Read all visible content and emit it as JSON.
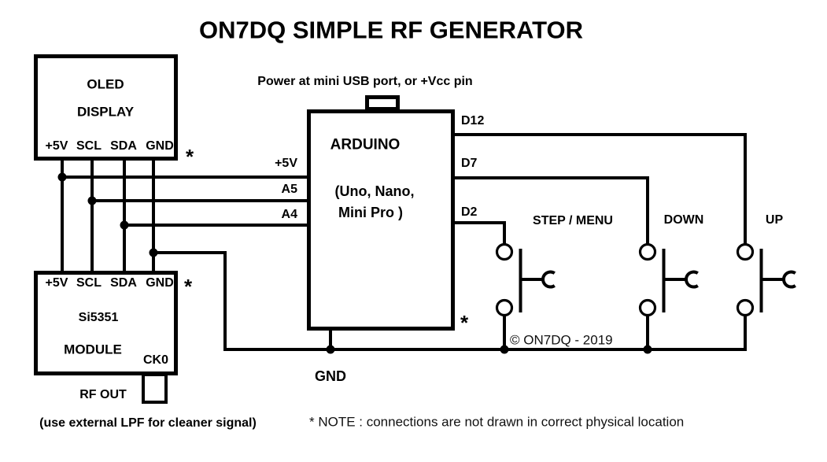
{
  "title": "ON7DQ SIMPLE RF GENERATOR",
  "colors": {
    "ink": "#000000",
    "background": "#ffffff"
  },
  "oled": {
    "name_line1": "OLED",
    "name_line2": "DISPLAY",
    "pins": [
      "+5V",
      "SCL",
      "SDA",
      "GND"
    ],
    "asterisk": "*"
  },
  "si5351": {
    "pins": [
      "+5V",
      "SCL",
      "SDA",
      "GND"
    ],
    "name_line1": "Si5351",
    "name_line2": "MODULE",
    "pin_ck0": "CK0",
    "asterisk": "*",
    "rf_out_label": "RF OUT",
    "lpf_note": "(use external LPF for cleaner signal)"
  },
  "arduino": {
    "name": "ARDUINO",
    "variants_line1": "(Uno, Nano,",
    "variants_line2": "Mini Pro )",
    "power_note": "Power at mini USB port, or +Vcc pin",
    "left_pins": [
      "+5V",
      "A5",
      "A4"
    ],
    "right_pins": [
      "D12",
      "D7",
      "D2"
    ],
    "asterisk": "*"
  },
  "buttons": [
    {
      "label": "STEP / MENU"
    },
    {
      "label": "DOWN"
    },
    {
      "label": "UP"
    }
  ],
  "ground": {
    "label": "GND"
  },
  "footer": {
    "copyright": "© ON7DQ - 2019",
    "note": "* NOTE : connections are not drawn in correct physical location"
  }
}
